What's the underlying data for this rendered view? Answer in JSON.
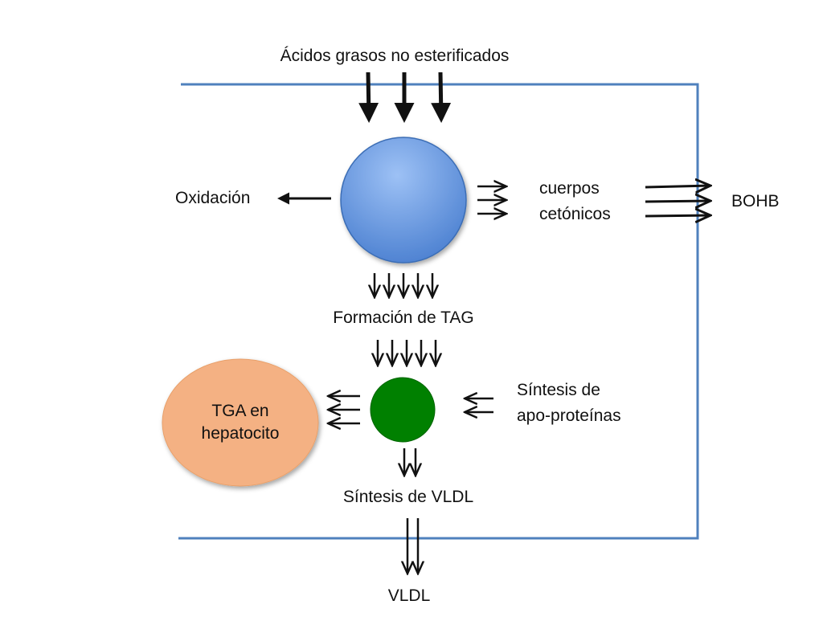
{
  "labels": {
    "top": "Ácidos grasos no esterificados",
    "oxidation": "Oxidación",
    "ketone_line1": "cuerpos",
    "ketone_line2": "cetónicos",
    "bohb": "BOHB",
    "tag_formation": "Formación de TAG",
    "tga_line1": "TGA en",
    "tga_line2": "hepatocito",
    "apo_line1": "Síntesis de",
    "apo_line2": "apo-proteínas",
    "vldl_synthesis": "Síntesis de VLDL",
    "vldl": "VLDL"
  },
  "colors": {
    "cell_border": "#4f81bd",
    "nefa_circle": "#6495ed",
    "vldl_circle": "#008000",
    "tga_ellipse": "#f4b183",
    "arrow": "#111111"
  }
}
